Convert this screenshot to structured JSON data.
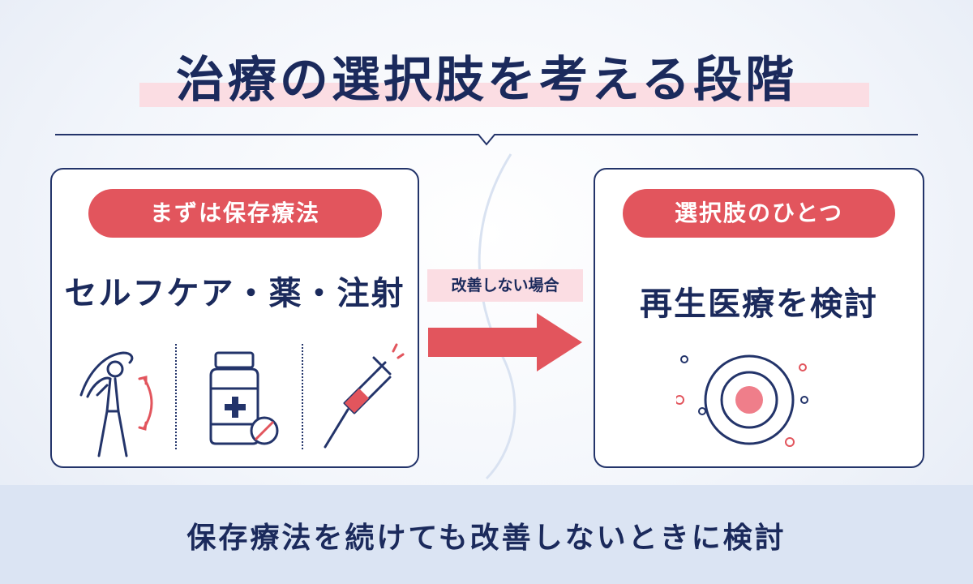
{
  "title": "治療の選択肢を考える段階",
  "left_panel": {
    "badge": "まずは保存療法",
    "main": "セルフケア・薬・注射",
    "icons": [
      "stretching-person-icon",
      "medicine-bottle-icon",
      "syringe-icon"
    ]
  },
  "connector": {
    "label": "改善しない場合"
  },
  "right_panel": {
    "badge": "選択肢のひとつ",
    "main": "再生医療を検討",
    "icons": [
      "cell-icon"
    ]
  },
  "footer": {
    "text": "保存療法を続けても改善しないときに検討"
  },
  "colors": {
    "navy": "#1b2a5c",
    "accent_red": "#e2555d",
    "highlight_pink": "#fbdde3"
  }
}
